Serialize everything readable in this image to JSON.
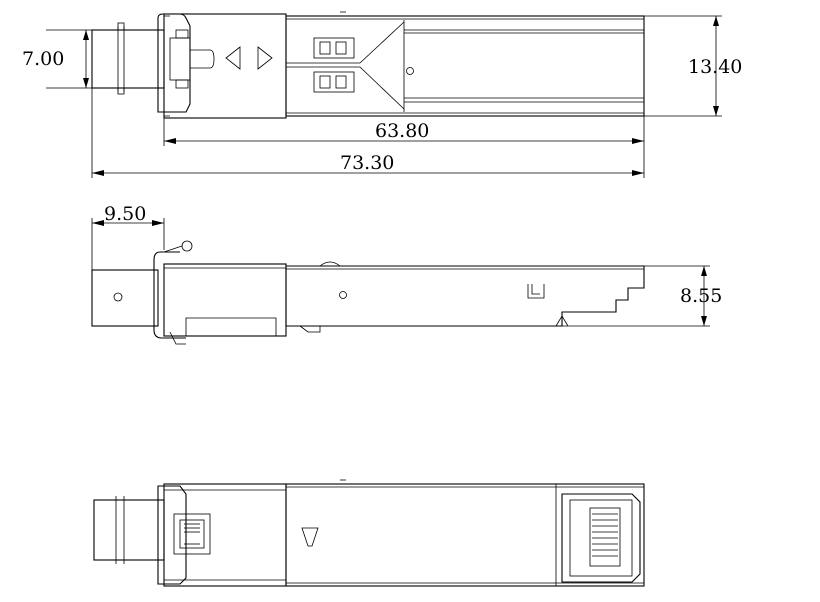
{
  "dimensions": {
    "top_height_left": "7.00",
    "top_height_right": "13.40",
    "top_body_length": "63.80",
    "top_total_length": "73.30",
    "side_connector_length": "9.50",
    "side_height": "8.55"
  },
  "colors": {
    "line": "#000000",
    "background": "#ffffff"
  }
}
